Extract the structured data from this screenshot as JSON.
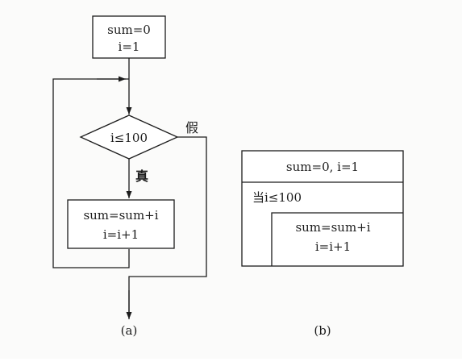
{
  "flowchart": {
    "init_line1": "sum=0",
    "init_line2": "i=1",
    "condition": "i≤100",
    "false_label": "假",
    "true_label": "真",
    "body_line1": "sum=sum+i",
    "body_line2": "i=i+1",
    "caption": "(a)"
  },
  "nsd": {
    "init": "sum=0, i=1",
    "loop_condition": "当i≤100",
    "body_line1": "sum=sum+i",
    "body_line2": "i=i+1",
    "caption": "(b)"
  }
}
